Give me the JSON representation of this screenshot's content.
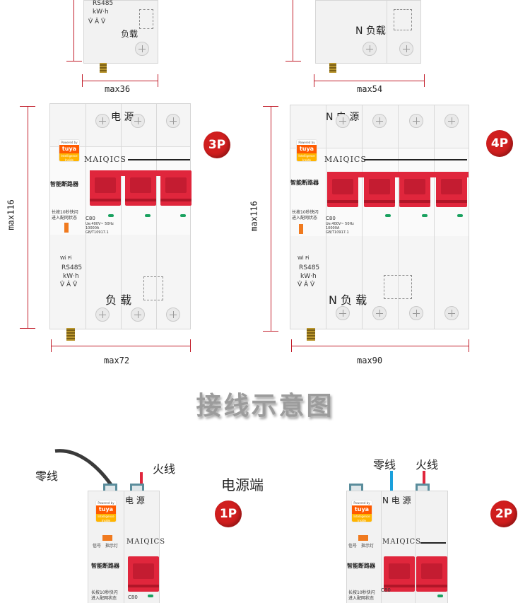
{
  "top_products": [
    {
      "meter_text": "RS485",
      "energy_text": "kW·h",
      "vav": "V̂ Â V̂",
      "load_label": "负载",
      "width_label": "max36"
    },
    {
      "load_label": "N 负载",
      "width_label": "max54"
    }
  ],
  "products": [
    {
      "poles_badge": "3P",
      "power_label": "电 源",
      "tuya": {
        "powered": "Powered by",
        "logo": "tuya",
        "sub": "Intelligence Inside"
      },
      "brand": "MAIQICS",
      "device_name": "智能断路器",
      "model": "C80",
      "spec": "Ue:400V~ 50Hz\n10000A\nGB/T10917.1",
      "reset_hint": "长按10秒快闪\n进入配网状态",
      "wifi": "Wi Fi",
      "meter_text": "RS485",
      "energy_text": "kW·h",
      "vav": "V̂ Â V̂",
      "load_label": "负 载",
      "height_label": "max116",
      "width_label": "max72"
    },
    {
      "poles_badge": "4P",
      "power_label": "N  电 源",
      "tuya": {
        "powered": "Powered by",
        "logo": "tuya",
        "sub": "Intelligence Inside"
      },
      "brand": "MAIQICS",
      "device_name": "智能断路器",
      "model": "C80",
      "spec": "Ue:400V~ 50Hz\n10000A\nGB/T10917.1",
      "reset_hint": "长按10秒快闪\n进入配网状态",
      "wifi": "Wi Fi",
      "meter_text": "RS485",
      "energy_text": "kW·h",
      "vav": "V̂ Â V̂",
      "load_label": "N  负 载",
      "height_label": "max116",
      "width_label": "max90"
    }
  ],
  "section_title": "接线示意图",
  "wiring": {
    "left": {
      "neutral": "零线",
      "live": "火线",
      "end_label": "电源端",
      "power_label": "电  源",
      "badge": "1P",
      "brand": "MAIQICS",
      "device_name": "智能断路器",
      "signal": "信号",
      "indicator": "指示灯",
      "model": "C80",
      "reset_hint": "长按10秒快闪\n进入配网状态",
      "tuya": {
        "powered": "Powered by",
        "logo": "tuya",
        "sub": "Intelligence Inside"
      }
    },
    "right": {
      "neutral": "零线",
      "live": "火线",
      "power_label": "N  电 源",
      "badge": "2P",
      "brand": "MAIQICS",
      "device_name": "智能断路器",
      "signal": "信号",
      "indicator": "指示灯",
      "model": "C80",
      "reset_hint": "长按10秒快闪\n进入配网状态",
      "tuya": {
        "powered": "Powered by",
        "logo": "tuya",
        "sub": "Intelligence Inside"
      }
    }
  },
  "colors": {
    "accent": "#d01e1e",
    "handle": "#e0263c",
    "neutral_wire": "#1aa0dc",
    "live_wire": "#e0263c",
    "tuya_orange": "#ff5a00"
  }
}
